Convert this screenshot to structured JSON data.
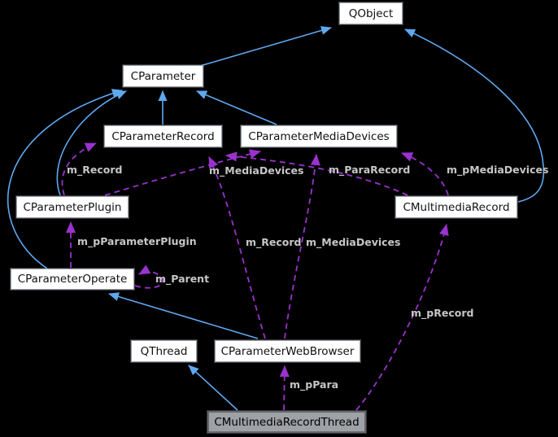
{
  "diagram": {
    "type": "class-collaboration-graph",
    "nodes": {
      "qobject": {
        "label": "QObject"
      },
      "cparameter": {
        "label": "CParameter"
      },
      "cparameterrecord": {
        "label": "CParameterRecord"
      },
      "cparametermediadevices": {
        "label": "CParameterMediaDevices"
      },
      "cparameterplugin": {
        "label": "CParameterPlugin"
      },
      "cmultimediarecord": {
        "label": "CMultimediaRecord"
      },
      "cparameteroperate": {
        "label": "CParameterOperate"
      },
      "qthread": {
        "label": "QThread"
      },
      "cparameterwebbrowser": {
        "label": "CParameterWebBrowser"
      },
      "cmultimediarecordthread": {
        "label": "CMultimediaRecordThread",
        "highlighted": true
      }
    },
    "edge_labels": {
      "record_plugin": "m_Record",
      "mediadevices_plugin": "m_MediaDevices",
      "pararecord": "m_ParaRecord",
      "pmediadevices": "m_pMediaDevices",
      "record_webbrowser": "m_Record",
      "mediadevices_webbrowser": "m_MediaDevices",
      "pparameterplugin": "m_pParameterPlugin",
      "parent": "m_Parent",
      "precord": "m_pRecord",
      "ppara": "m_pPara"
    },
    "colors": {
      "background": "#000000",
      "inheritance_edge": "#5fa8f0",
      "usage_edge": "#9a32cd",
      "edge_label_text": "#c6c6c6",
      "node_fill": "#ffffff",
      "node_border": "#9aa0a8",
      "node_text": "#111111",
      "highlight_fill": "#9ea1a5",
      "highlight_border": "#64676b"
    }
  }
}
